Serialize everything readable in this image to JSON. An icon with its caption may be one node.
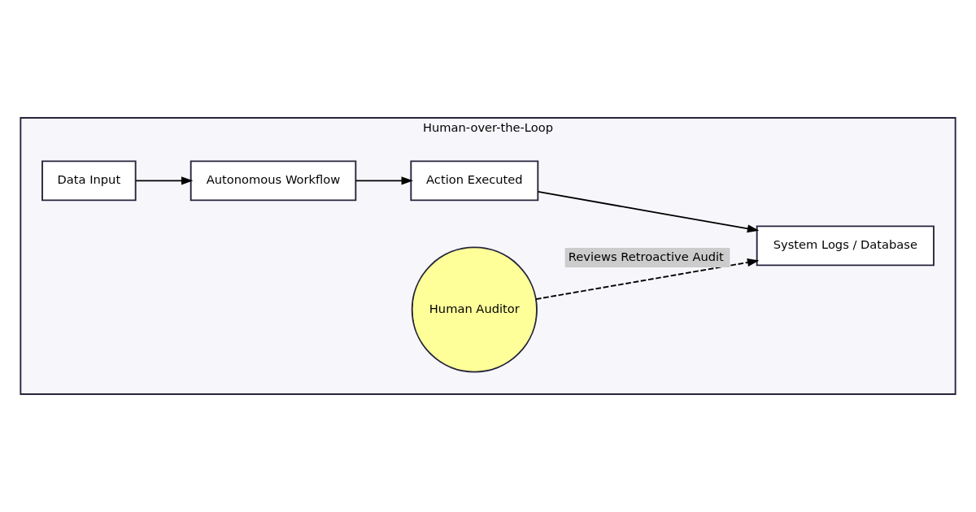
{
  "diagram": {
    "nodes": [
      {
        "text": [
          "Human-over-the-Loop"
        ]
      },
      {
        "text": [
          "Data Input"
        ],
        "in": 0
      },
      {
        "text": [
          "Autonomous Workflow"
        ],
        "in": 0
      },
      {
        "text": [
          "Action Executed"
        ],
        "in": 0
      },
      {
        "text": [
          "System Logs / Database"
        ],
        "in": 0
      },
      {
        "text": [
          "Human Auditor"
        ],
        "in": 0
      }
    ],
    "edges": [
      {
        "from": 1,
        "to": 2,
        "arrow": "to"
      },
      {
        "from": 2,
        "to": 3,
        "arrow": "to"
      },
      {
        "from": 3,
        "to": 4,
        "arrow": "to"
      },
      {
        "from": 5,
        "to": 4,
        "arrow": "to",
        "label": "Reviews Retroactive Audit",
        "style": "dashed"
      }
    ]
  }
}
